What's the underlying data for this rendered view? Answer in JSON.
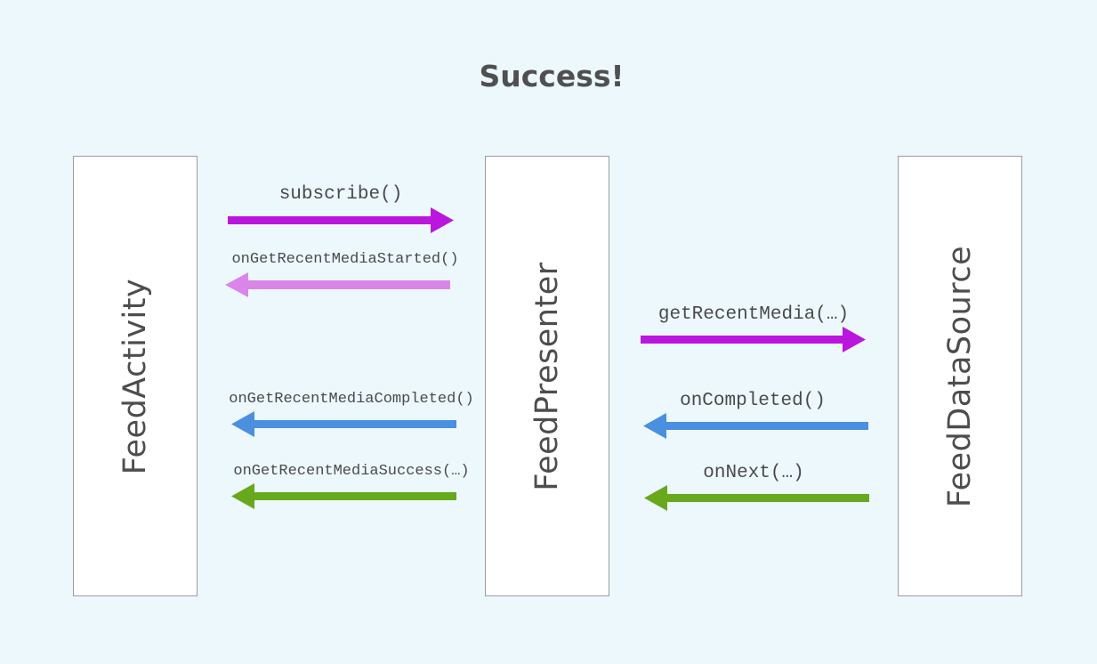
{
  "title": "Success!",
  "participants": {
    "left": "FeedActivity",
    "middle": "FeedPresenter",
    "right": "FeedDataSource"
  },
  "messages": [
    {
      "label": "subscribe()",
      "direction": "right",
      "color": "#bb16dd"
    },
    {
      "label": "onGetRecentMediaStarted()",
      "direction": "left",
      "color": "#da85ea"
    },
    {
      "label": "getRecentMedia(…)",
      "direction": "right",
      "color": "#bb16dd"
    },
    {
      "label": "onGetRecentMediaCompleted()",
      "direction": "left",
      "color": "#4a8fe0"
    },
    {
      "label": "onCompleted()",
      "direction": "left",
      "color": "#4a8fe0"
    },
    {
      "label": "onGetRecentMediaSuccess(…)",
      "direction": "left",
      "color": "#68a81c"
    },
    {
      "label": "onNext(…)",
      "direction": "left",
      "color": "#68a81c"
    }
  ]
}
